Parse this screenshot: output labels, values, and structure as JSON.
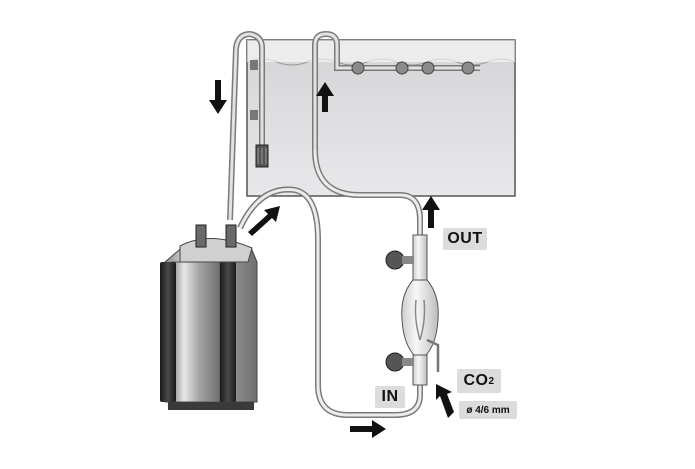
{
  "labels": {
    "out": "OUT",
    "in": "IN",
    "co2_main": "CO",
    "co2_sub": "2",
    "tube_size": "ø 4/6 mm"
  },
  "colors": {
    "water": "#e1e1e3",
    "tank_outline": "#555555",
    "tube": "#8a8a8a",
    "arrow": "#111111",
    "label_bg": "#dcdcdc",
    "filter_body": "#b8b8b8",
    "filter_dark": "#2a2a2a"
  }
}
